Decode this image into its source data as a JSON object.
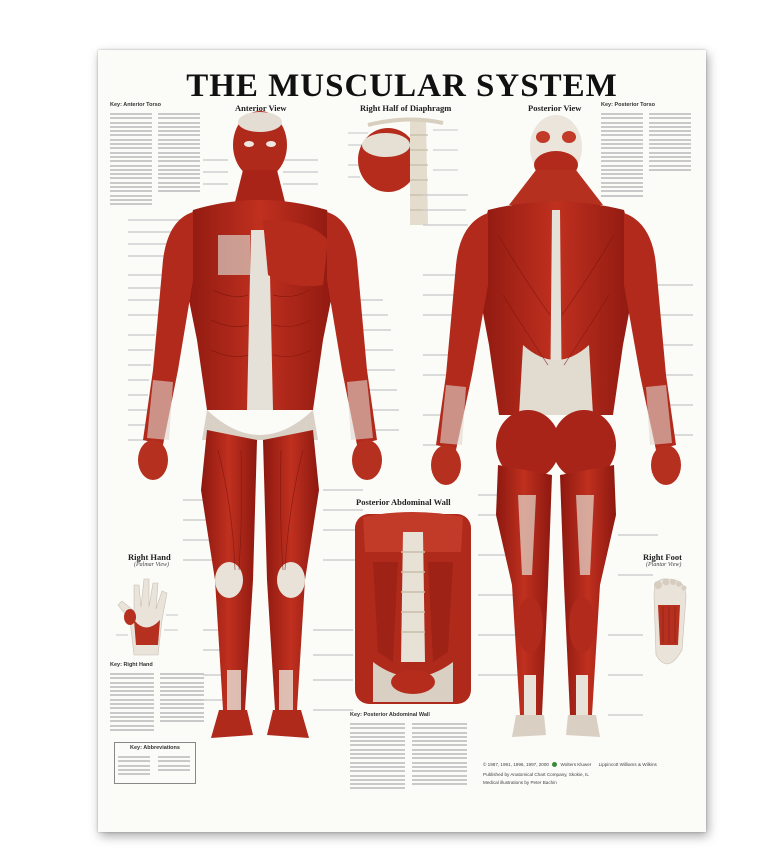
{
  "poster": {
    "title": "THE MUSCULAR SYSTEM",
    "views": {
      "anterior": "Anterior View",
      "diaphragm": "Right Half of Diaphragm",
      "posterior": "Posterior View",
      "abdominal": "Posterior Abdominal Wall",
      "right_hand": "Right Hand",
      "right_hand_sub": "(Palmar View)",
      "right_foot": "Right Foot",
      "right_foot_sub": "(Plantar View)"
    },
    "keys": {
      "anterior": "Key: Anterior Torso",
      "posterior": "Key: Posterior Torso",
      "hand": "Key: Right Hand",
      "abdominal": "Key: Posterior Abdominal Wall",
      "abbreviations": "Key: Abbreviations"
    },
    "footer": {
      "copyright": "© 1987, 1991, 1996, 1997, 2000",
      "publisher_left": "Wolters Kluwer",
      "publisher_right": "Lippincott Williams & Wilkins",
      "line2": "Published by Anatomical Chart Company, Skokie, IL",
      "line3": "Medical illustrations by Peter Bachin"
    },
    "colors": {
      "muscle": "#b8261b",
      "muscle_dark": "#8c1810",
      "tendon": "#e8e4dc",
      "text": "#111111"
    }
  }
}
